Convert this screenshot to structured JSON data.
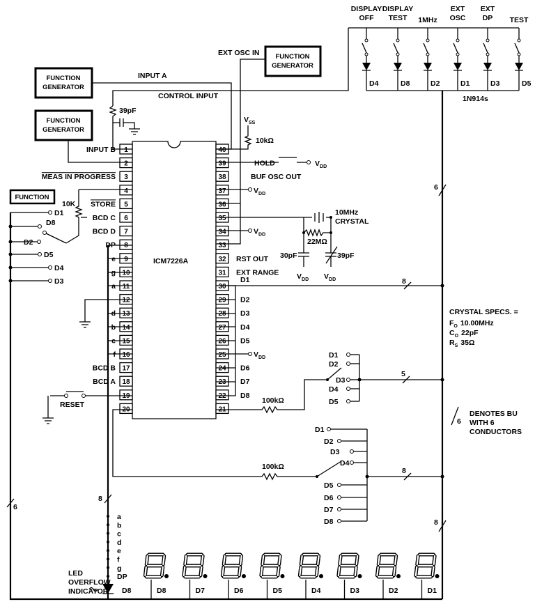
{
  "chip": {
    "name": "ICM7226A"
  },
  "generators": {
    "a": "FUNCTION\nGENERATOR",
    "b": "FUNCTION\nGENERATOR",
    "ext": "FUNCTION\nGENERATOR"
  },
  "function_label": "FUNCTION",
  "left_pins": [
    {
      "num": "1",
      "label": "INPUT B"
    },
    {
      "num": "2",
      "label": ""
    },
    {
      "num": "3",
      "label": "MEAS IN PROGRESS"
    },
    {
      "num": "4",
      "label": ""
    },
    {
      "num": "5",
      "label": "STORE"
    },
    {
      "num": "6",
      "label": "BCD C"
    },
    {
      "num": "7",
      "label": "BCD D"
    },
    {
      "num": "8",
      "label": "DP"
    },
    {
      "num": "9",
      "label": "e"
    },
    {
      "num": "10",
      "label": "g"
    },
    {
      "num": "11",
      "label": "a"
    },
    {
      "num": "12",
      "label": ""
    },
    {
      "num": "13",
      "label": "d"
    },
    {
      "num": "14",
      "label": "b"
    },
    {
      "num": "15",
      "label": "c"
    },
    {
      "num": "16",
      "label": "f"
    },
    {
      "num": "17",
      "label": "BCD B"
    },
    {
      "num": "18",
      "label": "BCD A"
    },
    {
      "num": "19",
      "label": ""
    },
    {
      "num": "20",
      "label": ""
    }
  ],
  "right_pins": [
    {
      "num": "40",
      "label": ""
    },
    {
      "num": "39",
      "label": "HOLD"
    },
    {
      "num": "38",
      "label": "BUF OSC OUT"
    },
    {
      "num": "37",
      "label": "VDD"
    },
    {
      "num": "36",
      "label": ""
    },
    {
      "num": "35",
      "label": ""
    },
    {
      "num": "34",
      "label": "VDD"
    },
    {
      "num": "33",
      "label": ""
    },
    {
      "num": "32",
      "label": "RST OUT"
    },
    {
      "num": "31",
      "label": "EXT RANGE"
    },
    {
      "num": "30",
      "label": "D1"
    },
    {
      "num": "29",
      "label": "D2"
    },
    {
      "num": "28",
      "label": "D3"
    },
    {
      "num": "27",
      "label": "D4"
    },
    {
      "num": "26",
      "label": "D5"
    },
    {
      "num": "25",
      "label": "VDD"
    },
    {
      "num": "24",
      "label": "D6"
    },
    {
      "num": "23",
      "label": "D7"
    },
    {
      "num": "22",
      "label": "D8"
    },
    {
      "num": "21",
      "label": ""
    }
  ],
  "labels": {
    "input_a": "INPUT A",
    "control_input": "CONTROL INPUT",
    "ext_osc_in": "EXT OSC IN",
    "cap_39pf": "39pF",
    "vss": "VSS",
    "r_10k": "10kΩ",
    "vdd": "VDD",
    "pot_10k": "10K",
    "crystal": "10MHz\nCRYSTAL",
    "r_22m": "22MΩ",
    "c_30pf": "30pF",
    "c_39pf_trim": "39pF",
    "reset": "RESET",
    "r_100k_a": "100kΩ",
    "r_100k_b": "100kΩ",
    "diodes_part": "1N914s",
    "bus6_top": "6",
    "bus8_d1": "8",
    "bus5": "5",
    "bus8_lower": "8",
    "bus8_right": "8",
    "bus6_left": "6",
    "bus8_seg": "8",
    "bus_legend_6": "6",
    "crystal_specs_title": "CRYSTAL SPECS. =",
    "spec_fo": "FO  10.00MHz",
    "spec_co": "CO  22pF",
    "spec_rs": "RS  35Ω",
    "bus_legend": "DENOTES BU\nWITH 6\nCONDUCTORS",
    "led_overflow": "LED\nOVERFLOW\nINDICATOR",
    "d8_led": "D8"
  },
  "function_switch": [
    "D1",
    "D8",
    "D2",
    "D5",
    "D4",
    "D3"
  ],
  "top_switches": [
    {
      "label": "DISPLAY\nOFF",
      "diode": "D4"
    },
    {
      "label": "DISPLAY\nTEST",
      "diode": "D8"
    },
    {
      "label": "1MHz",
      "diode": "D2"
    },
    {
      "label": "EXT\nOSC",
      "diode": "D1"
    },
    {
      "label": "EXT\nDP",
      "diode": "D3"
    },
    {
      "label": "TEST",
      "diode": "D5"
    }
  ],
  "mid_switch": [
    "D1",
    "D2",
    "D3",
    "D4",
    "D5"
  ],
  "range_switch": [
    "D1",
    "D2",
    "D3",
    "D4",
    "D5",
    "D6",
    "D7",
    "D8"
  ],
  "segment_labels": [
    "a",
    "b",
    "c",
    "d",
    "e",
    "f",
    "g",
    "DP"
  ],
  "digit_labels": [
    "D8",
    "D7",
    "D6",
    "D5",
    "D4",
    "D3",
    "D2",
    "D1"
  ]
}
